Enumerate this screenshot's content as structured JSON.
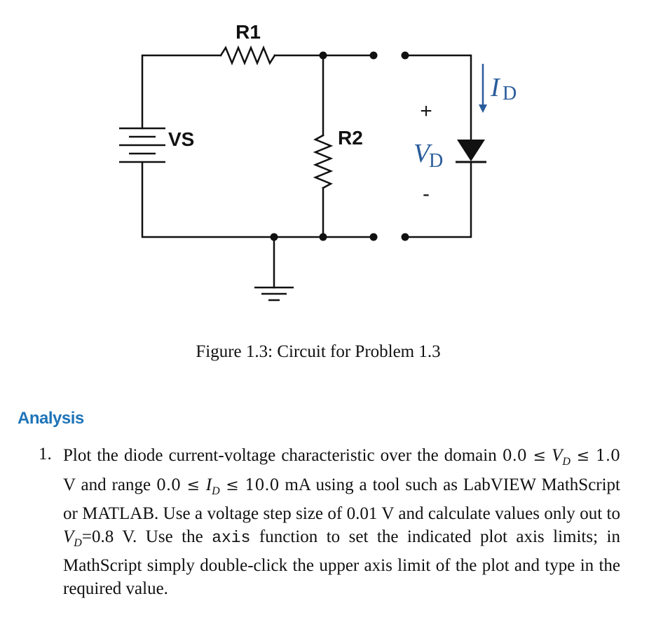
{
  "circuit": {
    "labels": {
      "r1": "R1",
      "r2": "R2",
      "vs": "VS",
      "id_main": "I",
      "id_sub": "D",
      "vd_main": "V",
      "vd_sub": "D",
      "plus": "+",
      "minus": "-"
    },
    "colors": {
      "wire": "#111111",
      "annotation": "#2a5c9a"
    }
  },
  "caption": "Figure 1.3: Circuit for Problem 1.3",
  "section": {
    "title": "Analysis",
    "title_color": "#1f74b8"
  },
  "item": {
    "number": "1.",
    "t1": "Plot the diode current-voltage characteristic over the domain ",
    "m1": "0.0 ≤",
    "v1": "V",
    "v1s": "D",
    "m2": " ≤ 1.0",
    "t2": " V and range ",
    "m3": "0.0 ≤ ",
    "i1": "I",
    "i1s": "D",
    "m4": " ≤ 10.0",
    "t3": " mA using a tool such as LabVIEW MathScript or MATLAB. Use a voltage step size of 0.01 V and calculate values only out to ",
    "v2": "V",
    "v2s": "D",
    "t4": "=0.8 V. Use the ",
    "code": "axis",
    "t5": " function to set the indicated plot axis limits; in MathScript simply double-click the upper axis limit of the plot and type in the required value."
  }
}
